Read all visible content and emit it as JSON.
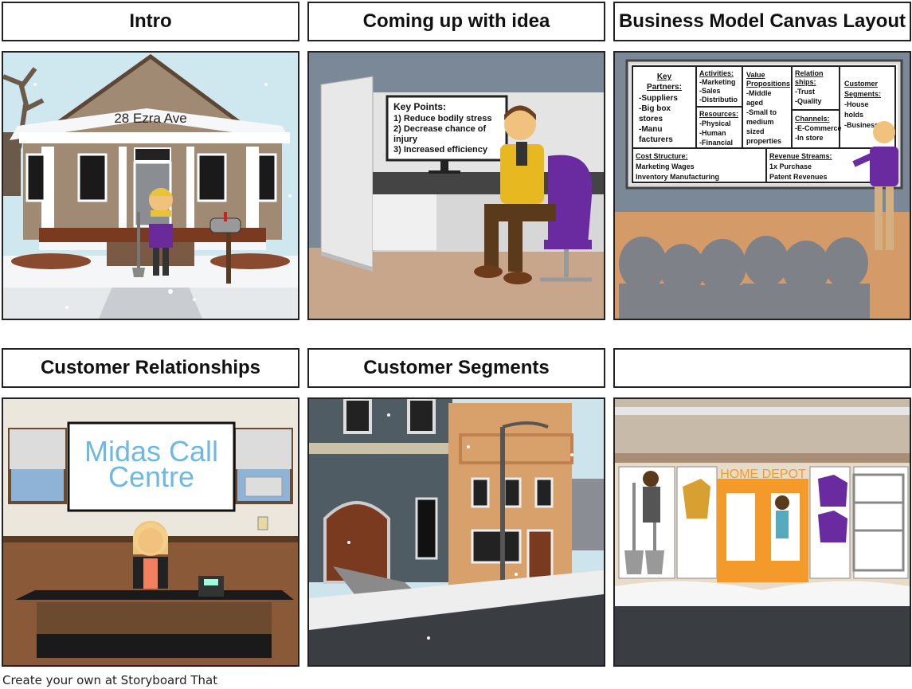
{
  "panels": [
    {
      "title": "Intro"
    },
    {
      "title": "Coming up with idea"
    },
    {
      "title": "Business Model Canvas Layout"
    },
    {
      "title": "Customer Relationships"
    },
    {
      "title": "Customer Segments"
    },
    {
      "title": ""
    }
  ],
  "intro": {
    "house_sign": "28 Ezra Ave"
  },
  "idea": {
    "heading": "Key Points:",
    "points": [
      "1) Reduce bodily stress",
      "2) Decrease chance of",
      "injury",
      "3) Increased efficiency"
    ]
  },
  "canvas": {
    "key_partners": [
      "Key",
      "Partners:",
      "-Suppliers",
      "-Big box",
      "stores",
      "-Manu",
      "facturers"
    ],
    "activities": [
      "Activities:",
      "-Marketing",
      "-Sales",
      "-Distributio"
    ],
    "resources": [
      "Resources:",
      "-Physical",
      "-Human",
      "-Financial"
    ],
    "value": [
      "Value",
      "Propositions",
      "-Middle",
      "aged",
      "-Small to",
      "medium",
      "sized",
      "properties"
    ],
    "relationships": [
      "Relation",
      "ships:",
      "-Trust",
      "-Quality"
    ],
    "channels": [
      "Channels:",
      "-E-Commerce",
      "-In store"
    ],
    "segments": [
      "Customer",
      "Segments:",
      "-House",
      "holds",
      "-Business"
    ],
    "cost": [
      "Cost Structure:",
      "Marketing Wages",
      "Inventory Manufacturing"
    ],
    "revenue": [
      "Revenue Streams:",
      "1x Purchase",
      "Patent Revenues"
    ]
  },
  "callcentre": {
    "line1": "Midas Call",
    "line2": "Centre"
  },
  "store": {
    "sign": "HOME DEPOT"
  },
  "footer": "Create your own at Storyboard That",
  "colors": {
    "call_centre_text": "#6fb8e0",
    "store_sign": "#f39a2a"
  }
}
